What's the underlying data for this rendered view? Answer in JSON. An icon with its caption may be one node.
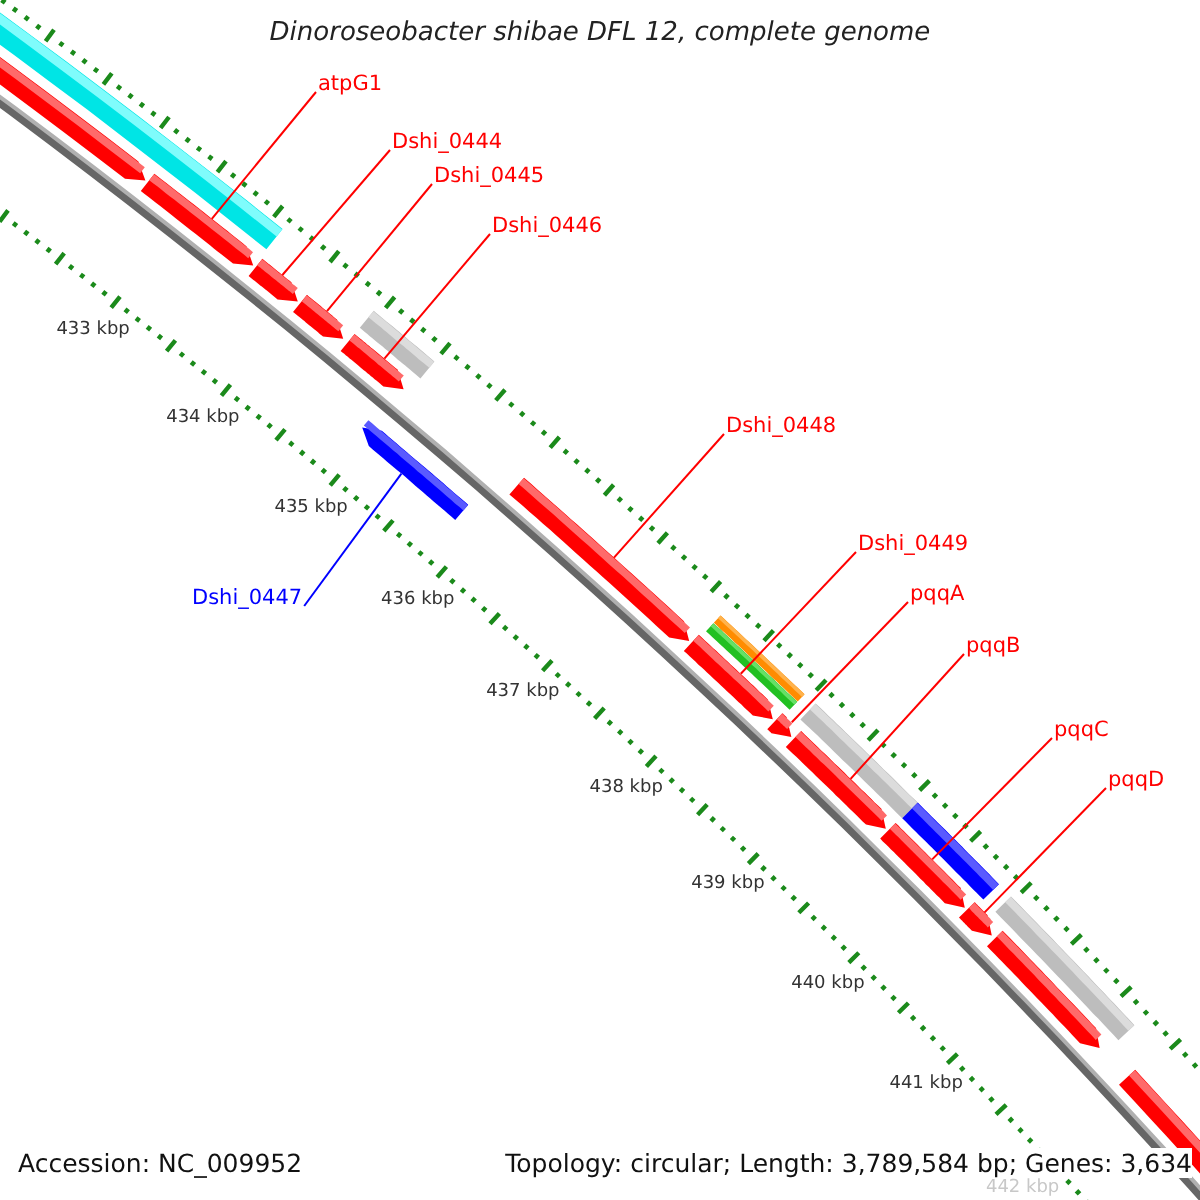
{
  "diagram": {
    "title": "Dinoroseobacter shibae DFL 12, complete genome",
    "nodes": [
      {
        "text": [
          "atpG1"
        ]
      },
      {
        "text": [
          "Dshi_0444"
        ]
      },
      {
        "text": [
          "Dshi_0445"
        ]
      },
      {
        "text": [
          "Dshi_0446"
        ]
      },
      {
        "text": [
          "Dshi_0447"
        ]
      },
      {
        "text": [
          "Dshi_0448"
        ]
      },
      {
        "text": [
          "Dshi_0449"
        ]
      },
      {
        "text": [
          "pqqA"
        ]
      },
      {
        "text": [
          "pqqB"
        ]
      },
      {
        "text": [
          "pqqC"
        ]
      },
      {
        "text": [
          "pqqD"
        ]
      },
      {
        "text": [],
        "shape": "bar"
      },
      {
        "text": [],
        "shape": "bar"
      },
      {
        "text": [],
        "shape": "bar"
      },
      {
        "text": [],
        "shape": "bar"
      },
      {
        "text": [],
        "shape": "bar"
      },
      {
        "text": [],
        "shape": "bar"
      },
      {
        "text": [],
        "shape": "bar"
      },
      {
        "text": [],
        "shape": "bar"
      },
      {
        "text": [],
        "shape": "bar"
      },
      {
        "text": [],
        "shape": "bar"
      },
      {
        "text": [],
        "shape": "bar"
      }
    ],
    "edges": [
      {
        "from": 0,
        "to": 11,
        "arrow": "none"
      },
      {
        "from": 1,
        "to": 12,
        "arrow": "none"
      },
      {
        "from": 2,
        "to": 13,
        "arrow": "none"
      },
      {
        "from": 3,
        "to": 14,
        "arrow": "none"
      },
      {
        "from": 4,
        "to": 15,
        "arrow": "none",
        "color": "#0000ff"
      },
      {
        "from": 5,
        "to": 16,
        "arrow": "none"
      },
      {
        "from": 6,
        "to": 17,
        "arrow": "none"
      },
      {
        "from": 7,
        "to": 18,
        "arrow": "none"
      },
      {
        "from": 8,
        "to": 19,
        "arrow": "none"
      },
      {
        "from": 9,
        "to": 20,
        "arrow": "none"
      },
      {
        "from": 10,
        "to": 21,
        "arrow": "none"
      }
    ],
    "labels": [
      "433 kbp",
      "434 kbp",
      "435 kbp",
      "436 kbp",
      "437 kbp",
      "438 kbp",
      "439 kbp",
      "440 kbp",
      "441 kbp",
      "442 kbp",
      "Accession: NC_009952",
      "Topology: circular; Length: 3,789,584 bp; Genes: 3,634"
    ]
  }
}
